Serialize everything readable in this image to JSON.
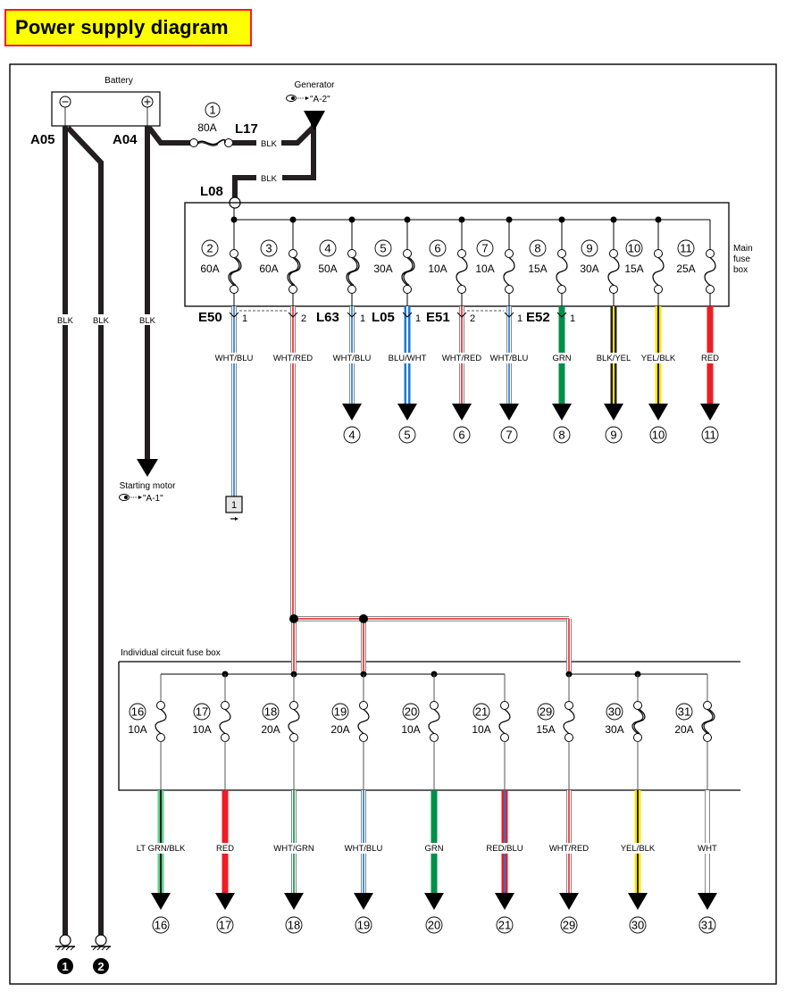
{
  "title": "Power supply diagram",
  "battery": {
    "label": "Battery",
    "neg_symbol": "−",
    "pos_symbol": "+"
  },
  "connectors": {
    "neg": "A05",
    "pos": "A04",
    "gen": "L17",
    "mainbox_in": "L08"
  },
  "main_fuse": {
    "number": "1",
    "rating": "80A"
  },
  "generator": {
    "label": "Generator",
    "ref": "\"A-2\""
  },
  "starting_motor": {
    "label": "Starting motor",
    "ref": "\"A-1\""
  },
  "battery_wires": {
    "neg1": "BLK",
    "neg2": "BLK",
    "pos": "BLK",
    "gen_a": "BLK",
    "gen_b": "BLK"
  },
  "main_fuse_box": {
    "label_lines": [
      "Main",
      "fuse",
      "box"
    ],
    "fuses": [
      {
        "number": "2",
        "rating": "60A",
        "type": "heavy"
      },
      {
        "number": "3",
        "rating": "60A",
        "type": "heavy"
      },
      {
        "number": "4",
        "rating": "50A",
        "type": "heavy"
      },
      {
        "number": "5",
        "rating": "30A",
        "type": "heavy"
      },
      {
        "number": "6",
        "rating": "10A",
        "type": "light"
      },
      {
        "number": "7",
        "rating": "10A",
        "type": "light"
      },
      {
        "number": "8",
        "rating": "15A",
        "type": "light"
      },
      {
        "number": "9",
        "rating": "30A",
        "type": "light"
      },
      {
        "number": "10",
        "rating": "15A",
        "type": "light"
      },
      {
        "number": "11",
        "rating": "25A",
        "type": "light"
      }
    ],
    "outputs": [
      {
        "fuse": "2",
        "wire": "WHT/BLU",
        "base": "#ffffff",
        "stripe": "#1a7ad4",
        "thick": false,
        "connector": "E50",
        "pin": "1",
        "target": "1",
        "target_kind": "box"
      },
      {
        "fuse": "3",
        "wire": "WHT/RED",
        "base": "#ffffff",
        "stripe": "#ee1c24",
        "thick": false,
        "connector": "",
        "pin": "2",
        "target": "",
        "target_kind": "feed"
      },
      {
        "fuse": "4",
        "wire": "WHT/BLU",
        "base": "#ffffff",
        "stripe": "#1a7ad4",
        "thick": false,
        "connector": "L63",
        "pin": "1",
        "target": "4",
        "target_kind": "arrow"
      },
      {
        "fuse": "5",
        "wire": "BLU/WHT",
        "base": "#1a7ad4",
        "stripe": "#ffffff",
        "thick": true,
        "connector": "L05",
        "pin": "1",
        "target": "5",
        "target_kind": "arrow"
      },
      {
        "fuse": "6",
        "wire": "WHT/RED",
        "base": "#ffffff",
        "stripe": "#ee1c24",
        "thick": false,
        "connector": "E51",
        "pin": "2",
        "target": "6",
        "target_kind": "arrow"
      },
      {
        "fuse": "7",
        "wire": "WHT/BLU",
        "base": "#ffffff",
        "stripe": "#1a7ad4",
        "thick": false,
        "connector": "",
        "pin": "1",
        "target": "7",
        "target_kind": "arrow"
      },
      {
        "fuse": "8",
        "wire": "GRN",
        "base": "#00904a",
        "stripe": "",
        "thick": true,
        "connector": "E52",
        "pin": "1",
        "target": "8",
        "target_kind": "arrow"
      },
      {
        "fuse": "9",
        "wire": "BLK/YEL",
        "base": "#231f20",
        "stripe": "#ffe600",
        "thick": true,
        "connector": "",
        "pin": "",
        "target": "9",
        "target_kind": "arrow"
      },
      {
        "fuse": "10",
        "wire": "YEL/BLK",
        "base": "#ffe600",
        "stripe": "#231f20",
        "thick": true,
        "connector": "",
        "pin": "",
        "target": "10",
        "target_kind": "arrow"
      },
      {
        "fuse": "11",
        "wire": "RED",
        "base": "#ee1c24",
        "stripe": "",
        "thick": true,
        "connector": "",
        "pin": "",
        "target": "11",
        "target_kind": "arrow"
      }
    ]
  },
  "individual_fuse_box": {
    "label": "Individual circuit fuse box",
    "fuses": [
      {
        "number": "16",
        "rating": "10A",
        "type": "light"
      },
      {
        "number": "17",
        "rating": "10A",
        "type": "light"
      },
      {
        "number": "18",
        "rating": "20A",
        "type": "light"
      },
      {
        "number": "19",
        "rating": "20A",
        "type": "light"
      },
      {
        "number": "20",
        "rating": "10A",
        "type": "light"
      },
      {
        "number": "21",
        "rating": "10A",
        "type": "light"
      },
      {
        "number": "29",
        "rating": "15A",
        "type": "light"
      },
      {
        "number": "30",
        "rating": "30A",
        "type": "heavy"
      },
      {
        "number": "31",
        "rating": "20A",
        "type": "heavy"
      }
    ],
    "outputs": [
      {
        "fuse": "16",
        "wire": "LT GRN/BLK",
        "base": "#5fd08a",
        "stripe": "#231f20",
        "thick": true,
        "target": "16"
      },
      {
        "fuse": "17",
        "wire": "RED",
        "base": "#ee1c24",
        "stripe": "",
        "thick": true,
        "target": "17"
      },
      {
        "fuse": "18",
        "wire": "WHT/GRN",
        "base": "#ffffff",
        "stripe": "#00904a",
        "thick": false,
        "target": "18"
      },
      {
        "fuse": "19",
        "wire": "WHT/BLU",
        "base": "#ffffff",
        "stripe": "#1a7ad4",
        "thick": false,
        "target": "19"
      },
      {
        "fuse": "20",
        "wire": "GRN",
        "base": "#00904a",
        "stripe": "",
        "thick": true,
        "target": "20"
      },
      {
        "fuse": "21",
        "wire": "RED/BLU",
        "base": "#ee1c24",
        "stripe": "#1a7ad4",
        "thick": true,
        "target": "21"
      },
      {
        "fuse": "29",
        "wire": "WHT/RED",
        "base": "#ffffff",
        "stripe": "#ee1c24",
        "thick": false,
        "target": "29"
      },
      {
        "fuse": "30",
        "wire": "YEL/BLK",
        "base": "#ffe600",
        "stripe": "#231f20",
        "thick": true,
        "target": "30"
      },
      {
        "fuse": "31",
        "wire": "WHT",
        "base": "#ffffff",
        "stripe": "",
        "thick": false,
        "target": "31"
      }
    ]
  },
  "grounds": [
    {
      "label": "1"
    },
    {
      "label": "2"
    }
  ],
  "colors": {
    "title_bg": "#ffff00",
    "title_border": "#ff1a1a",
    "wire_black": "#231f20"
  }
}
